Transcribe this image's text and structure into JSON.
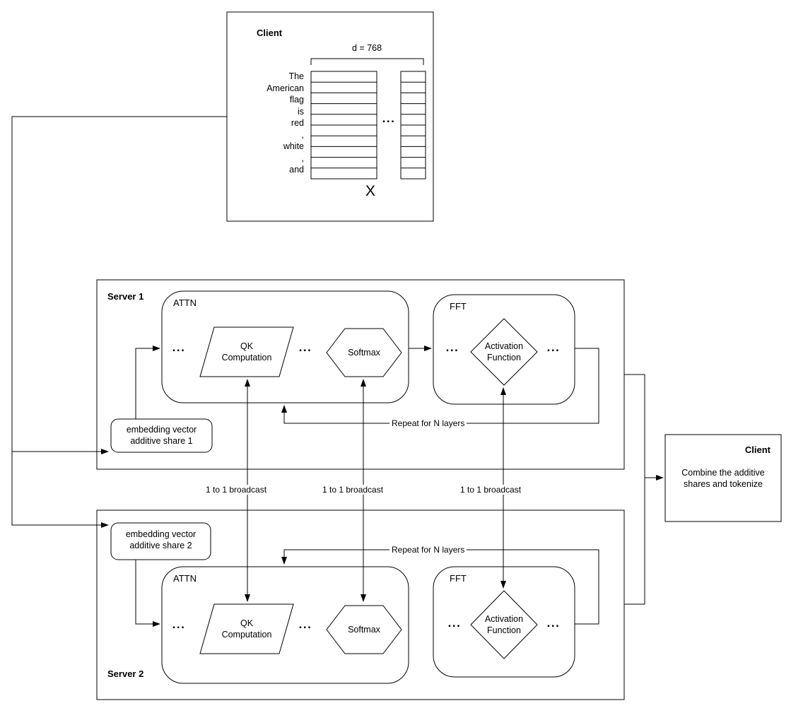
{
  "common": {
    "ellipsis": "..."
  },
  "client_top": {
    "title": "Client",
    "dim_label": "d = 768",
    "tokens": [
      "The",
      "American",
      "flag",
      "is",
      "red",
      ",",
      "white",
      ",",
      "and"
    ],
    "matrix_symbol": "X"
  },
  "server1": {
    "title": "Server 1",
    "attn_label": "ATTN",
    "fft_label": "FFT",
    "qk_line1": "QK",
    "qk_line2": "Computation",
    "softmax_label": "Softmax",
    "activation_line1": "Activation",
    "activation_line2": "Function",
    "embedding_line1": "embedding vector",
    "embedding_line2": "additive share 1",
    "repeat_label": "Repeat for N layers"
  },
  "server2": {
    "title": "Server 2",
    "attn_label": "ATTN",
    "fft_label": "FFT",
    "qk_line1": "QK",
    "qk_line2": "Computation",
    "softmax_label": "Softmax",
    "activation_line1": "Activation",
    "activation_line2": "Function",
    "embedding_line1": "embedding vector",
    "embedding_line2": "additive share 2",
    "repeat_label": "Repeat for N layers"
  },
  "client_right": {
    "title": "Client",
    "body_line1": "Combine the additive",
    "body_line2": "shares and tokenize"
  },
  "edges": {
    "broadcast_label_1": "1 to 1 broadcast",
    "broadcast_label_2": "1 to 1 broadcast",
    "broadcast_label_3": "1 to 1 broadcast"
  },
  "colors": {
    "stroke": "#000000",
    "background": "#ffffff",
    "text": "#000000"
  }
}
